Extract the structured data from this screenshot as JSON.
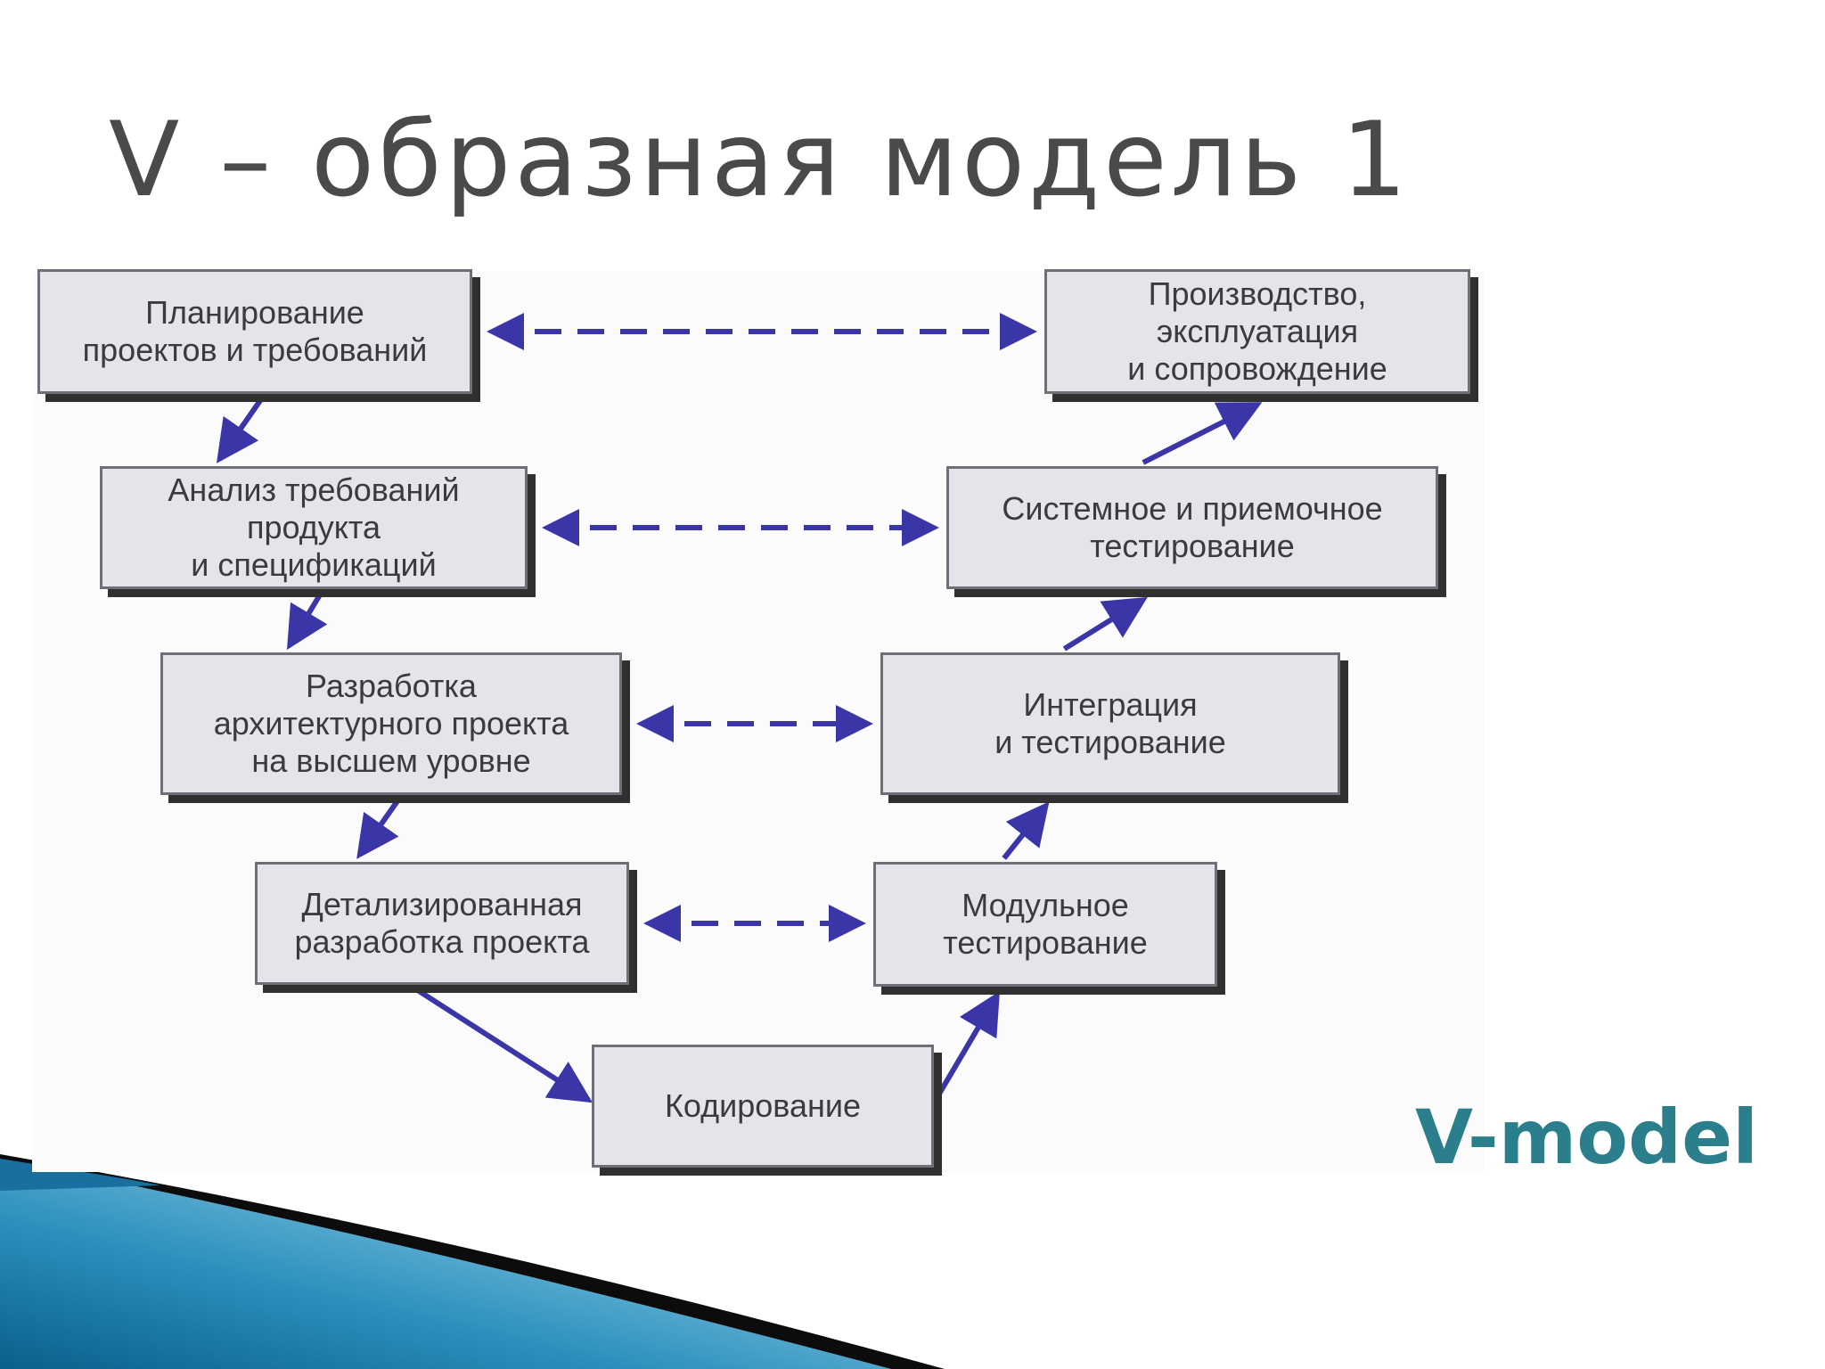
{
  "title": "V – образная модель 1",
  "caption": "V-model",
  "colors": {
    "title_text": "#4a4a4a",
    "caption_text": "#2b7f8d",
    "box_fill": "#e4e4ea",
    "box_border": "#6f6f78",
    "box_shadow": "#303030",
    "arrow": "#3a36a8",
    "swoosh_blue": "#2a8fbd",
    "swoosh_light": "#d2e6f0",
    "swoosh_dark": "#0c0c0c"
  },
  "stages": {
    "planning": "Планирование\nпроектов и требований",
    "requirements_analysis": "Анализ требований\nпродукта\nи спецификаций",
    "architecture_design": "Разработка\nархитектурного проекта\nна высшем уровне",
    "detailed_design": "Детализированная\nразработка проекта",
    "coding": "Кодирование",
    "unit_testing": "Модульное\nтестирование",
    "integration_testing": "Интеграция\nи тестирование",
    "system_testing": "Системное и приемочное\nтестирование",
    "production": "Производство,\nэксплуатация\nи сопровождение"
  },
  "flow": [
    [
      "planning",
      "requirements_analysis"
    ],
    [
      "requirements_analysis",
      "architecture_design"
    ],
    [
      "architecture_design",
      "detailed_design"
    ],
    [
      "detailed_design",
      "coding"
    ],
    [
      "coding",
      "unit_testing"
    ],
    [
      "unit_testing",
      "integration_testing"
    ],
    [
      "integration_testing",
      "system_testing"
    ],
    [
      "system_testing",
      "production"
    ]
  ],
  "verification_links": [
    [
      "planning",
      "production"
    ],
    [
      "requirements_analysis",
      "system_testing"
    ],
    [
      "architecture_design",
      "integration_testing"
    ],
    [
      "detailed_design",
      "unit_testing"
    ]
  ]
}
